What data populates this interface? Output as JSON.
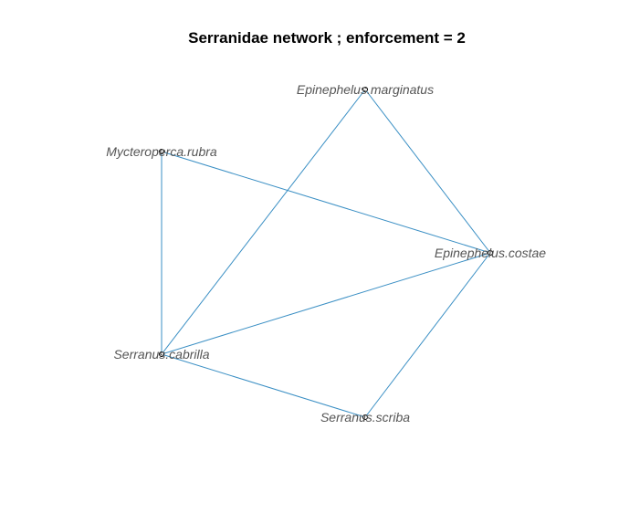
{
  "title": "Serranidae network ; enforcement = 2",
  "colors": {
    "edge": "#3a8fc4",
    "label": "#555555",
    "title": "#000000"
  },
  "nodes": [
    {
      "id": "marginatus",
      "label": "Epinephelus.marginatus"
    },
    {
      "id": "rubra",
      "label": "Mycteroperca.rubra"
    },
    {
      "id": "costae",
      "label": "Epinephelus.costae"
    },
    {
      "id": "cabrilla",
      "label": "Serranus.cabrilla"
    },
    {
      "id": "scriba",
      "label": "Serranus.scriba"
    }
  ],
  "edges": [
    {
      "from": "marginatus",
      "to": "costae"
    },
    {
      "from": "marginatus",
      "to": "cabrilla"
    },
    {
      "from": "rubra",
      "to": "costae"
    },
    {
      "from": "rubra",
      "to": "cabrilla"
    },
    {
      "from": "cabrilla",
      "to": "costae"
    },
    {
      "from": "cabrilla",
      "to": "scriba"
    },
    {
      "from": "scriba",
      "to": "costae"
    }
  ]
}
